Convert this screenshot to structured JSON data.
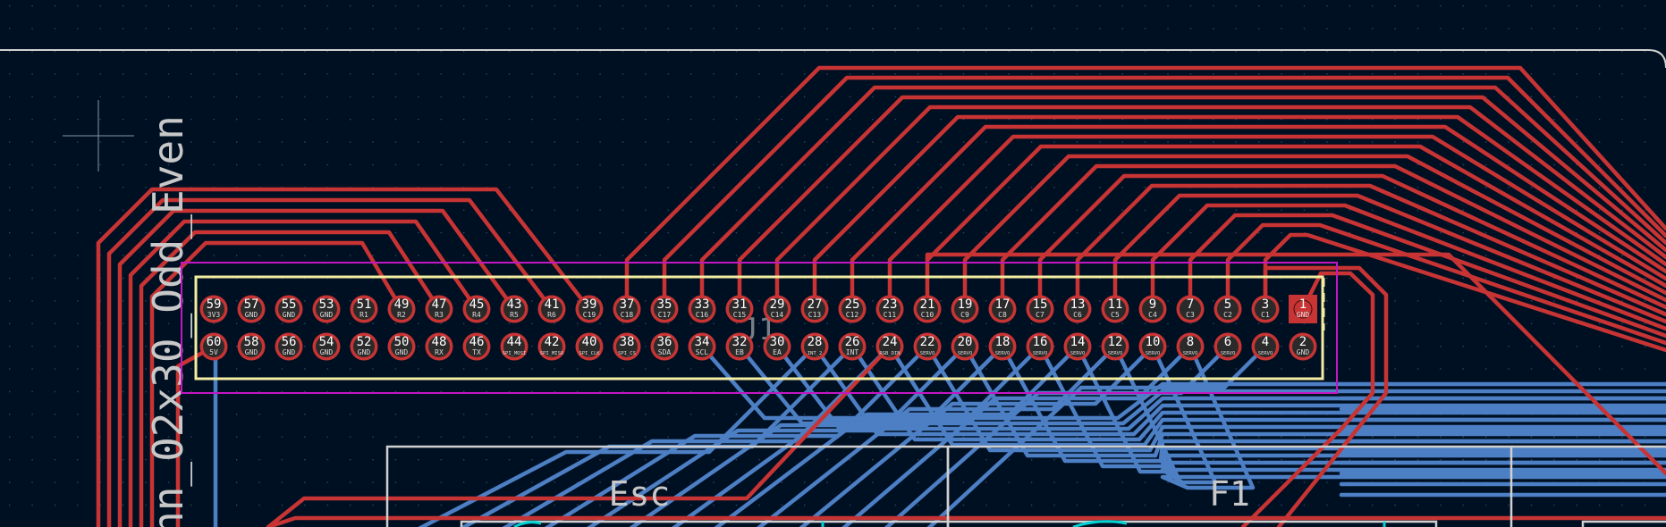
{
  "canvas": {
    "background": "#001023",
    "grid_color": "#3a4a66",
    "board_edge_color": "#d0d0d0"
  },
  "colors": {
    "front_copper": "#c83434",
    "back_copper": "#4d7fc4",
    "silkscreen": "#f2eda1",
    "courtyard": "#c218c2",
    "fab_outline": "#d0d0d0",
    "pad_ring": "#c83434",
    "pad_hole": "#2a2a2a",
    "pad_text": "#ffffff",
    "cyan": "#00d4d4"
  },
  "footprint": {
    "value_text": "nn_02x30_Odd_Even",
    "ref_text": "J1",
    "pins": [
      {
        "num": "1",
        "net": "GND"
      },
      {
        "num": "2",
        "net": "GND"
      },
      {
        "num": "3",
        "net": "C1"
      },
      {
        "num": "4",
        "net": "SERVO"
      },
      {
        "num": "5",
        "net": "C2"
      },
      {
        "num": "6",
        "net": "SERVO"
      },
      {
        "num": "7",
        "net": "C3"
      },
      {
        "num": "8",
        "net": "SERVO"
      },
      {
        "num": "9",
        "net": "C4"
      },
      {
        "num": "10",
        "net": "SERVO"
      },
      {
        "num": "11",
        "net": "C5"
      },
      {
        "num": "12",
        "net": "SERVO"
      },
      {
        "num": "13",
        "net": "C6"
      },
      {
        "num": "14",
        "net": "SERVO"
      },
      {
        "num": "15",
        "net": "C7"
      },
      {
        "num": "16",
        "net": "SERVO"
      },
      {
        "num": "17",
        "net": "C8"
      },
      {
        "num": "18",
        "net": "SERVO"
      },
      {
        "num": "19",
        "net": "C9"
      },
      {
        "num": "20",
        "net": "SERVO"
      },
      {
        "num": "21",
        "net": "C10"
      },
      {
        "num": "22",
        "net": "SERVO"
      },
      {
        "num": "23",
        "net": "C11"
      },
      {
        "num": "24",
        "net": "RGB_DIN"
      },
      {
        "num": "25",
        "net": "C12"
      },
      {
        "num": "26",
        "net": "INT"
      },
      {
        "num": "27",
        "net": "C13"
      },
      {
        "num": "28",
        "net": "INT_2"
      },
      {
        "num": "29",
        "net": "C14"
      },
      {
        "num": "30",
        "net": "EA"
      },
      {
        "num": "31",
        "net": "C15"
      },
      {
        "num": "32",
        "net": "EB"
      },
      {
        "num": "33",
        "net": "C16"
      },
      {
        "num": "34",
        "net": "SCL"
      },
      {
        "num": "35",
        "net": "C17"
      },
      {
        "num": "36",
        "net": "SDA"
      },
      {
        "num": "37",
        "net": "C18"
      },
      {
        "num": "38",
        "net": "SPI_CS"
      },
      {
        "num": "39",
        "net": "C19"
      },
      {
        "num": "40",
        "net": "SPI_CLK"
      },
      {
        "num": "41",
        "net": "R6"
      },
      {
        "num": "42",
        "net": "SPI_MISO"
      },
      {
        "num": "43",
        "net": "R5"
      },
      {
        "num": "44",
        "net": "SPI_MOSI"
      },
      {
        "num": "45",
        "net": "R4"
      },
      {
        "num": "46",
        "net": "TX"
      },
      {
        "num": "47",
        "net": "R3"
      },
      {
        "num": "48",
        "net": "RX"
      },
      {
        "num": "49",
        "net": "R2"
      },
      {
        "num": "50",
        "net": "GND"
      },
      {
        "num": "51",
        "net": "R1"
      },
      {
        "num": "52",
        "net": "GND"
      },
      {
        "num": "53",
        "net": "GND"
      },
      {
        "num": "54",
        "net": "GND"
      },
      {
        "num": "55",
        "net": "GND"
      },
      {
        "num": "56",
        "net": "GND"
      },
      {
        "num": "57",
        "net": "GND"
      },
      {
        "num": "58",
        "net": "GND"
      },
      {
        "num": "59",
        "net": "3V3"
      },
      {
        "num": "60",
        "net": "5V"
      }
    ]
  },
  "keys": [
    {
      "label": "Esc"
    },
    {
      "label": "F1"
    }
  ]
}
